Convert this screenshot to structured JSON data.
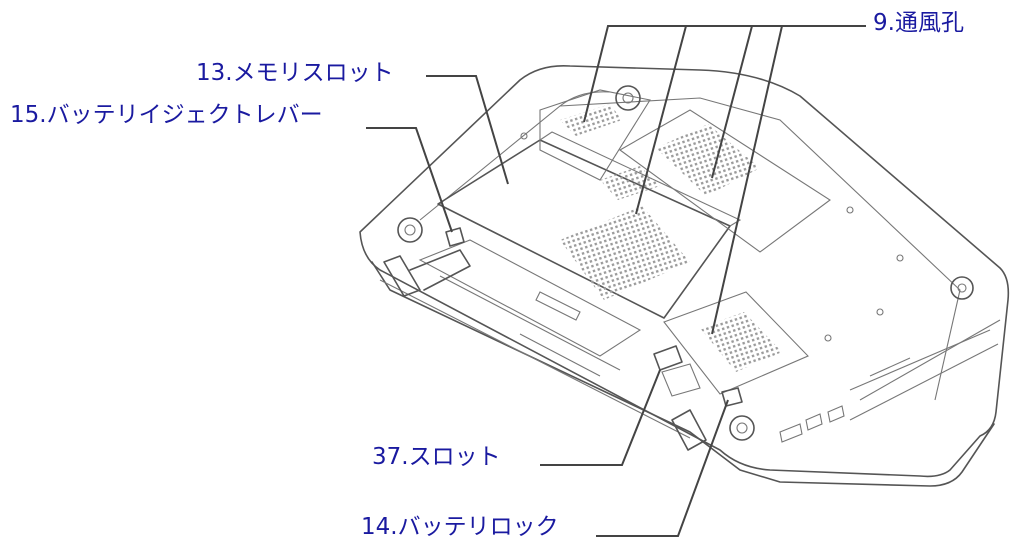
{
  "labels": {
    "vent": "9.通風孔",
    "memory_slot": "13.メモリスロット",
    "battery_eject_lever": "15.バッテリイジェクトレバー",
    "slot": "37.スロット",
    "battery_lock": "14.バッテリロック"
  },
  "colors": {
    "label_text": "#1a1aa0",
    "outline": "#555555",
    "leader_line": "#444444"
  }
}
